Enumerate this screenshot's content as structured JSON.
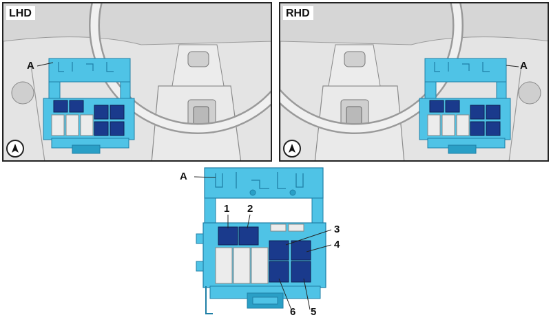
{
  "panels": [
    {
      "label": "LHD",
      "callout": "A"
    },
    {
      "label": "RHD",
      "callout": "A"
    }
  ],
  "detail": {
    "bracket_label": "A",
    "fuse_labels": [
      "1",
      "2",
      "3",
      "4",
      "5",
      "6"
    ]
  },
  "colors": {
    "bracket": "#4fc3e6",
    "bracket_dark": "#2a9fc6",
    "fuse_blue": "#1a3a8c",
    "relay_white": "#ececec",
    "background_grey": "#d9d9d9"
  }
}
